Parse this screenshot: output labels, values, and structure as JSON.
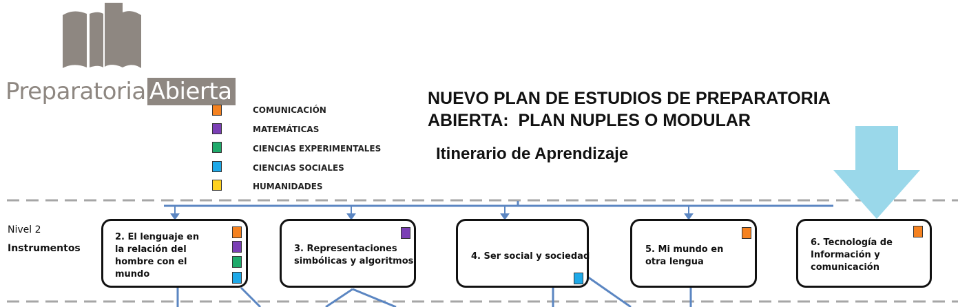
{
  "logo": {
    "text_main": "Preparatoria",
    "text_box": "Abierta"
  },
  "legend": [
    {
      "label": "COMUNICACIÓN",
      "color": "#F58220"
    },
    {
      "label": "MATEMÁTICAS",
      "color": "#7B3FB5"
    },
    {
      "label": "CIENCIAS EXPERIMENTALES",
      "color": "#1FAA6B"
    },
    {
      "label": "CIENCIAS SOCIALES",
      "color": "#1EA9E8"
    },
    {
      "label": "HUMANIDADES",
      "color": "#FFD21F"
    }
  ],
  "title_line1": "NUEVO PLAN DE ESTUDIOS DE PREPARATORIA",
  "title_line2": "ABIERTA:  PLAN NUPLES O MODULAR",
  "subtitle": "Itinerario de Aprendizaje",
  "level": {
    "label": "Nivel 2",
    "name": "Instrumentos"
  },
  "modules": [
    {
      "text": "2. El lenguaje en\nla relación del\nhombre con el\nmundo",
      "tags": [
        "#F58220",
        "#7B3FB5",
        "#1FAA6B",
        "#1EA9E8"
      ]
    },
    {
      "text": "3. Representaciones\nsimbólicas y algoritmos",
      "tags": [
        "#7B3FB5"
      ]
    },
    {
      "text": "4. Ser social y sociedad",
      "tags": [
        "#1EA9E8"
      ]
    },
    {
      "text": "5. Mi mundo en\notra lengua",
      "tags": [
        "#F58220"
      ]
    },
    {
      "text": "6. Tecnología de\nInformación y\ncomunicación",
      "tags": [
        "#F58220"
      ]
    }
  ],
  "colors": {
    "connector": "#5B86C2",
    "arrow": "#9AD8EA",
    "dashed": "#A6A6A6",
    "logo": "#8E8781"
  }
}
